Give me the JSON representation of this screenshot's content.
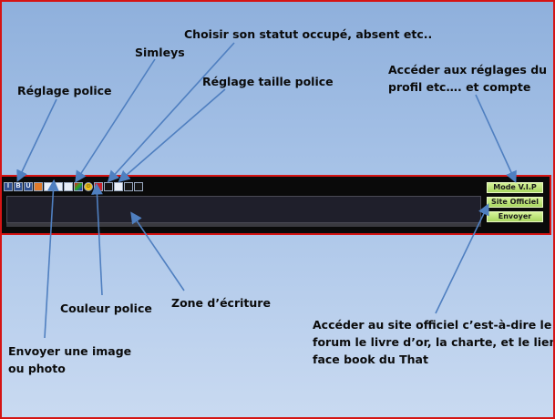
{
  "callouts": {
    "statut": "Choisir son statut occupé, absent etc..",
    "simleys": "Simleys",
    "reglage_police": "Réglage police",
    "reglage_taille": "Réglage taille police",
    "profil_line1": "Accéder aux réglages du",
    "profil_line2": "profil etc…. et compte",
    "couleur": "Couleur police",
    "zone": "Zone d’écriture",
    "image_line1": "Envoyer une image",
    "image_line2": "ou photo",
    "site_line1": "Accéder au site officiel c’est-à-dire le",
    "site_line2": "forum le livre d’or, la charte, et le lien",
    "site_line3": "face book du That"
  },
  "toolbar": {
    "format_buttons": [
      "I",
      "B",
      "U"
    ],
    "icons": [
      "brush-icon",
      "document-icon",
      "image-icon",
      "pencil-icon",
      "color-icon",
      "smiley-icon",
      "youtube-icon",
      "display-icon",
      "font-size-icon",
      "cursor-icon",
      "status-icon"
    ]
  },
  "buttons": {
    "vip": "Mode V.I.P",
    "site": "Site Officiel",
    "send": "Envoyer"
  },
  "colors": {
    "border": "#d51414",
    "bar": "#0a0a0a",
    "button": "#b5de6e",
    "arrow": "#4f7fc0"
  }
}
